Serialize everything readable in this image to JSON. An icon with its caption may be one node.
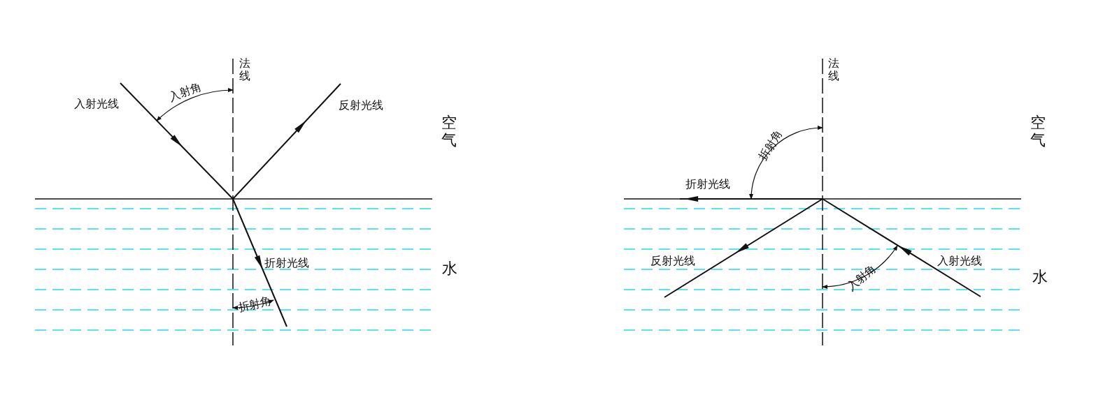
{
  "diagram": {
    "labels": [
      "法线",
      "入射角",
      "入射光线",
      "反射光线",
      "空气",
      "折射光线",
      "水",
      "折射角",
      "法线",
      "空气",
      "折射角",
      "折射光线",
      "反射光线",
      "入射角",
      "入射光线",
      "水"
    ]
  }
}
